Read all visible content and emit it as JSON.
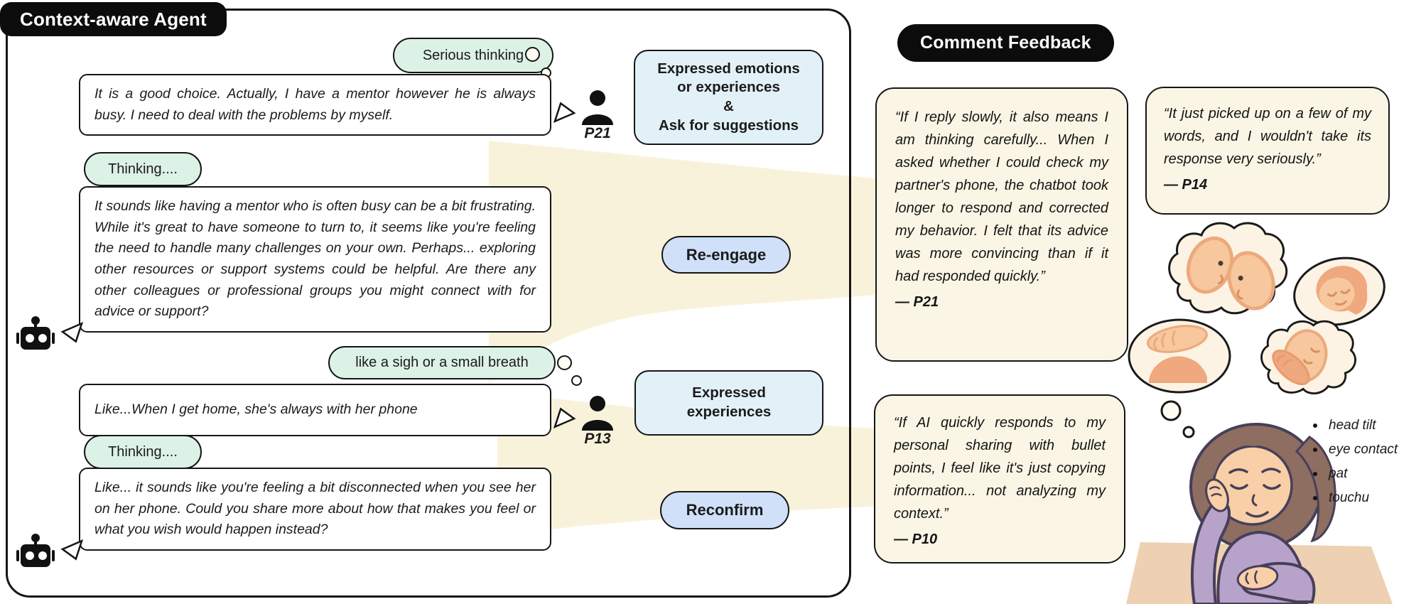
{
  "panel": {
    "title": "Context-aware Agent"
  },
  "chat": {
    "exchange1": {
      "annotation": "Serious thinking",
      "user_message": "It is a good choice. Actually, I have a mentor however he is always busy. I need to deal with the problems by myself.",
      "user_label": "P21",
      "thinking": "Thinking....",
      "bot_message": "It sounds like having a mentor who is often busy can be a bit frustrating. While it's great to have someone to turn to, it seems like you're feeling the need to handle many challenges on your own. Perhaps... exploring other resources or support systems could be helpful. Are there any other colleagues or professional groups you might connect with for advice or support?"
    },
    "exchange2": {
      "annotation": "like a sigh or a small breath",
      "user_message": "Like...When I get home, she's always with her phone",
      "user_label": "P13",
      "thinking": "Thinking....",
      "bot_message": "Like... it sounds like you're feeling a bit disconnected when you see her on her phone. Could you share more about how that makes you feel or what you wish would happen instead?"
    }
  },
  "categories": {
    "box1_lines": [
      "Expressed emotions",
      "or experiences",
      "&",
      "Ask for suggestions"
    ],
    "reengage": "Re-engage",
    "box2_lines": [
      "Expressed",
      "experiences"
    ],
    "reconfirm": "Reconfirm"
  },
  "feedback": {
    "title": "Comment Feedback",
    "quotes": [
      {
        "text": "“If I reply slowly, it also means I am thinking carefully... When I asked whether I could check my partner's phone, the chatbot took longer to respond and corrected my behavior. I felt that its advice was more convincing than if it had responded quickly.”",
        "attribution": "— P21"
      },
      {
        "text": "“It just picked up on a few of my words, and I wouldn't take its response very seriously.”",
        "attribution": "— P14"
      },
      {
        "text": "“If AI quickly responds to my personal sharing with bullet points, I feel like it's just copying information... not analyzing my context.”",
        "attribution": "— P10"
      }
    ]
  },
  "illustration": {
    "bullets": [
      "head tilt",
      "eye contact",
      "pat",
      "touchu"
    ]
  },
  "icons": {
    "robot": "robot-icon",
    "person": "person-icon",
    "thought_dots": "thought-dots-icon",
    "speech_triangle": "speech-triangle-icon"
  },
  "colors": {
    "mint_pill": "#ddf2e6",
    "category_box": "#e2f1f8",
    "action_pill": "#cfe0f8",
    "quote_box": "#faf5e5",
    "flow_band": "#f9f2da",
    "badge": "#0c0c0c"
  }
}
